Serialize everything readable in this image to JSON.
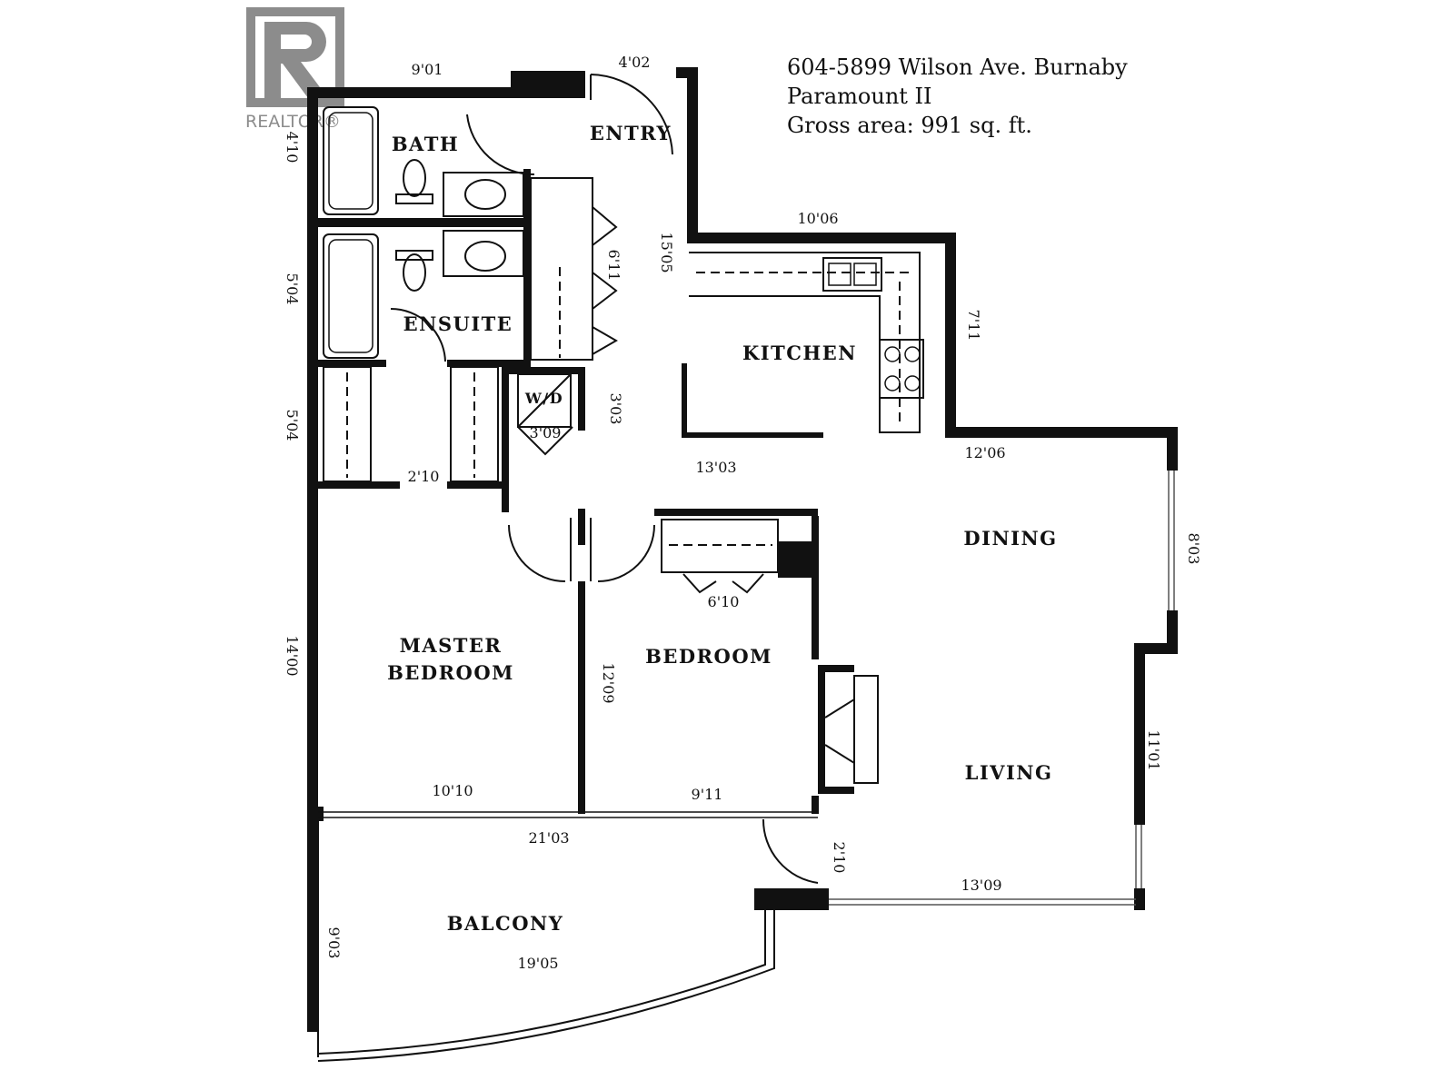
{
  "watermark": {
    "logo_icon": "realtor-r-logo-icon",
    "text": "REALTOR®",
    "color": "#8c8c8c"
  },
  "header": {
    "address": "604-5899 Wilson Ave. Burnaby",
    "building": "Paramount II",
    "gross_area": "Gross area: 991 sq. ft."
  },
  "rooms": {
    "bath": "BATH",
    "entry": "ENTRY",
    "ensuite": "ENSUITE",
    "kitchen": "KITCHEN",
    "laundry": "W/D",
    "dining": "DINING",
    "master_bedroom_line1": "MASTER",
    "master_bedroom_line2": "BEDROOM",
    "bedroom": "BEDROOM",
    "living": "LIVING",
    "balcony": "BALCONY"
  },
  "dimensions": {
    "bath_width": "9'01",
    "entry_door": "4'02",
    "bath_depth": "4'10",
    "kitchen_width": "10'06",
    "entry_hall": "15'05",
    "closet_depth": "6'11",
    "ensuite_depth": "5'04",
    "kitchen_depth": "7'11",
    "laundry_width": "3'09",
    "laundry_depth": "3'03",
    "hall_closet_depth": "5'04",
    "hall_width": "2'10",
    "hallway_length": "13'03",
    "dining_width": "12'06",
    "dining_depth": "8'03",
    "bedroom_closet": "6'10",
    "master_depth": "14'00",
    "bedroom_depth": "12'09",
    "living_depth": "11'01",
    "master_width": "10'10",
    "bedroom_width": "9'11",
    "bedrooms_total": "21'03",
    "balcony_door": "2'10",
    "living_width": "13'09",
    "balcony_depth": "9'03",
    "balcony_width": "19'05"
  }
}
